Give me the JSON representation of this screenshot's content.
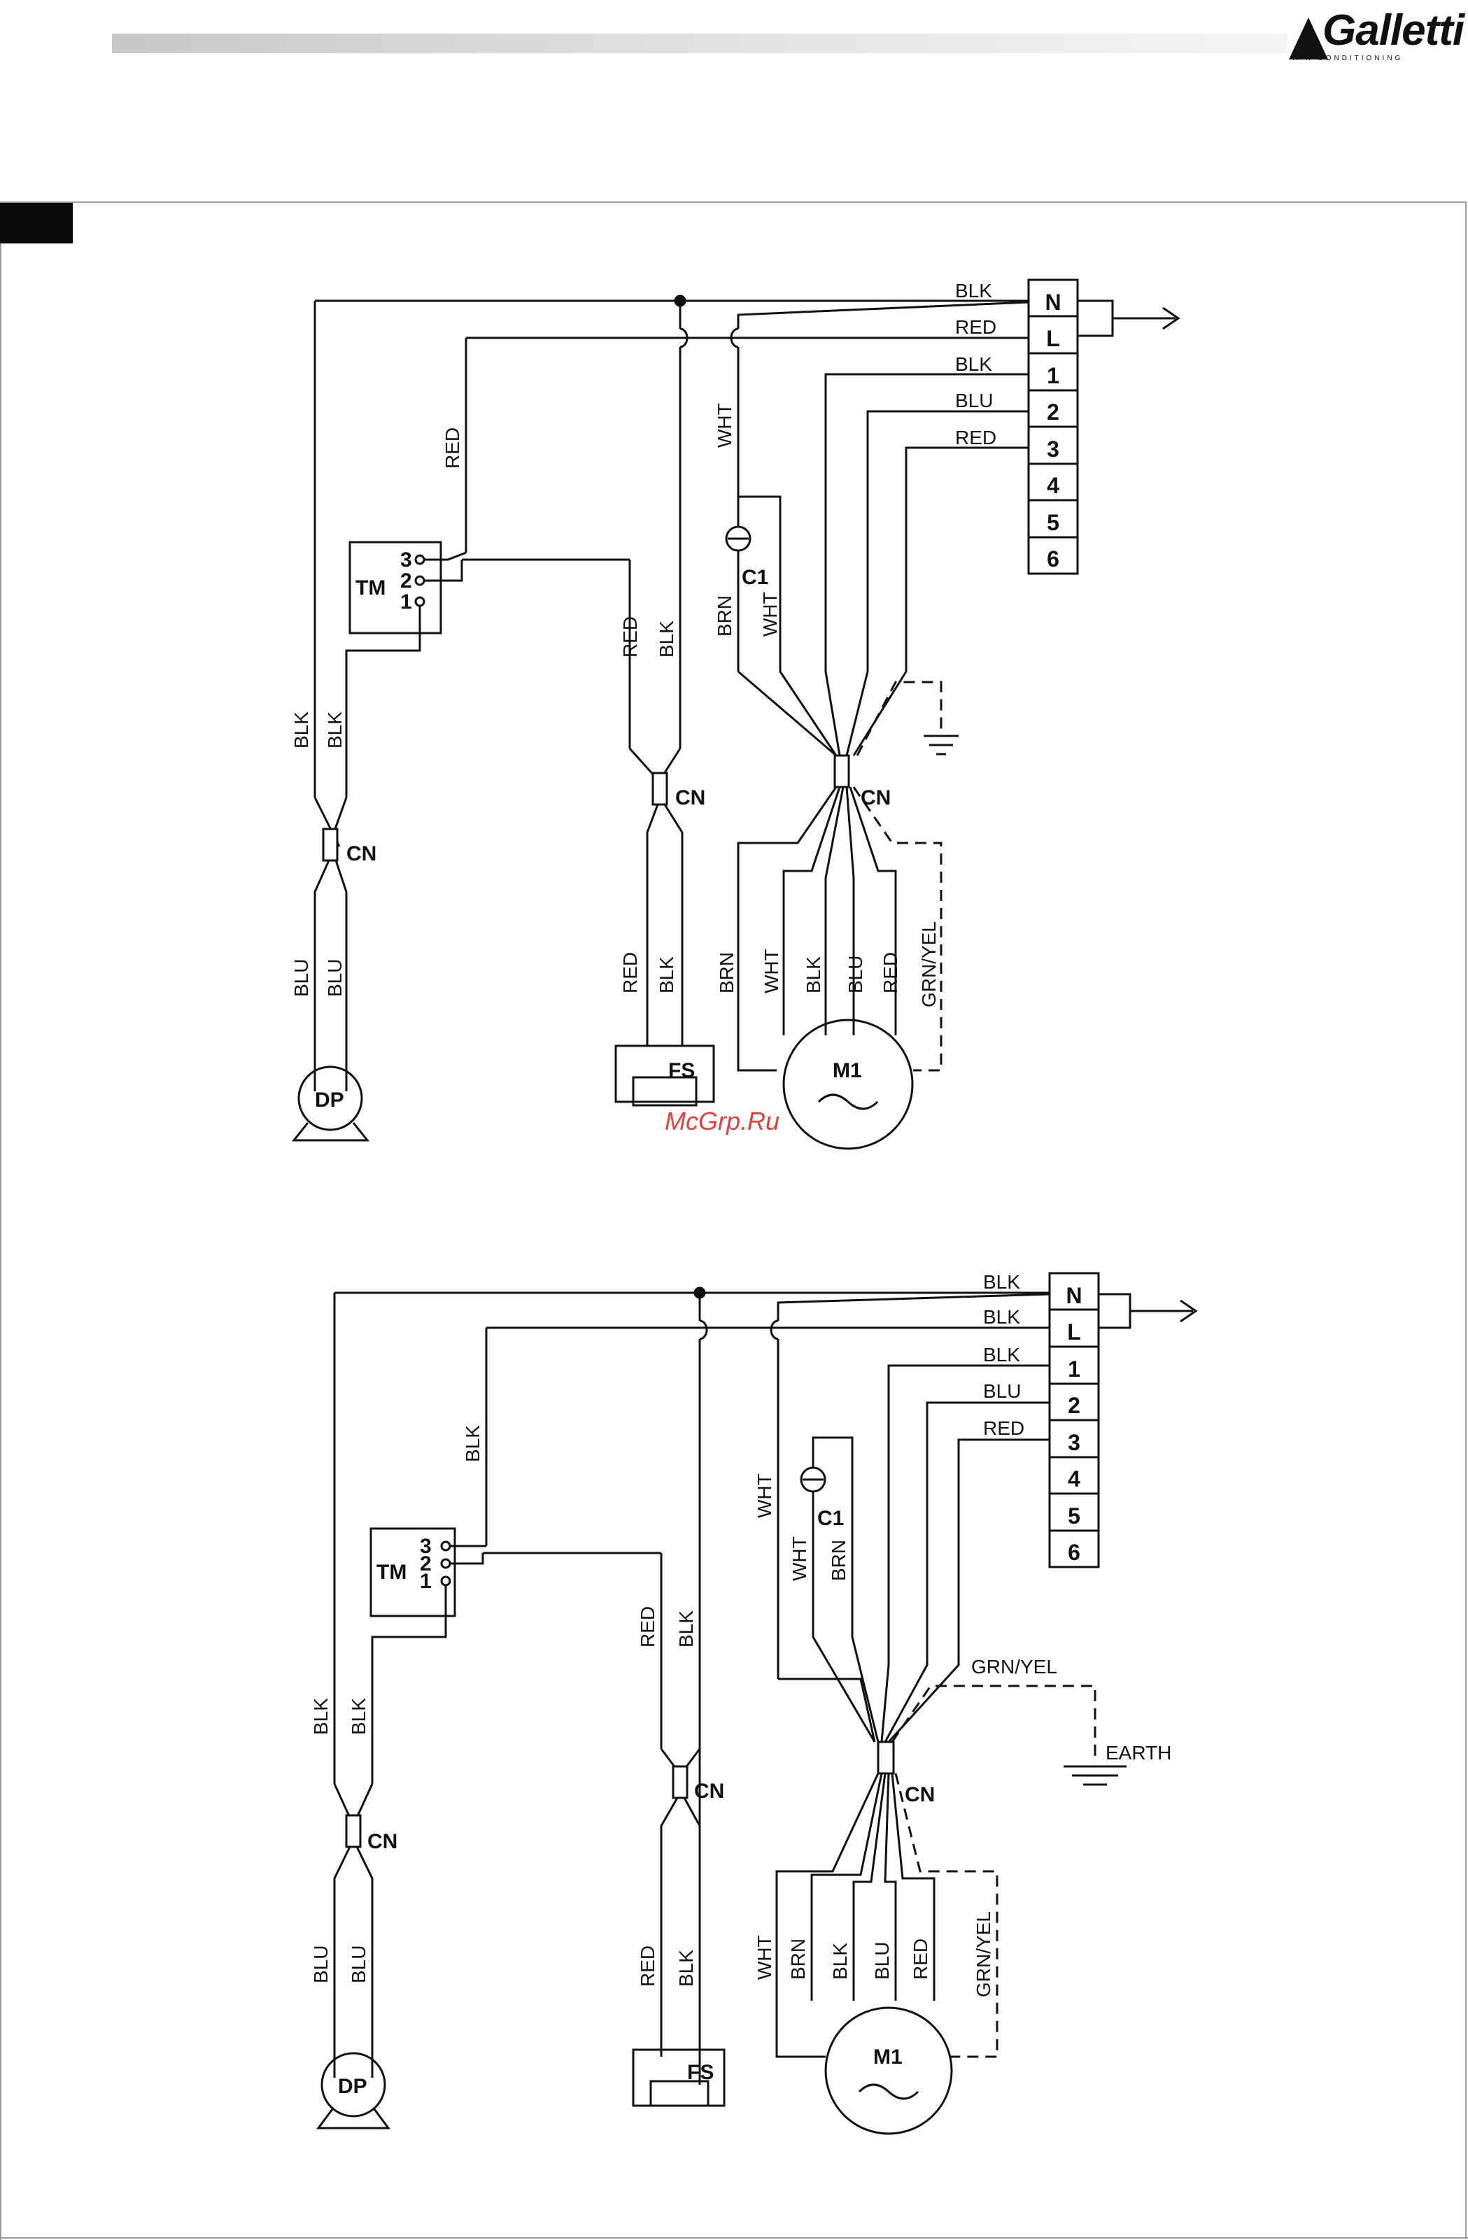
{
  "header": {
    "logo_text": "Galletti",
    "logo_sub": "AIR CONDITIONING"
  },
  "watermark": "McGrp.Ru",
  "terminal_labels": [
    "N",
    "L",
    "1",
    "2",
    "3",
    "4",
    "5",
    "6"
  ],
  "component_labels": {
    "thermostat": "TM",
    "thermostat_pins": [
      "3",
      "2",
      "1"
    ],
    "connector": "CN",
    "capacitor": "C1",
    "drain_pump": "DP",
    "float_switch": "FS",
    "motor": "M1",
    "earth": "EARTH"
  },
  "wire_colors": {
    "blk": "BLK",
    "red": "RED",
    "blu": "BLU",
    "wht": "WHT",
    "brn": "BRN",
    "grn_yel": "GRN/YEL"
  },
  "colors": {
    "line": "#111111",
    "watermark": "#e04040"
  }
}
